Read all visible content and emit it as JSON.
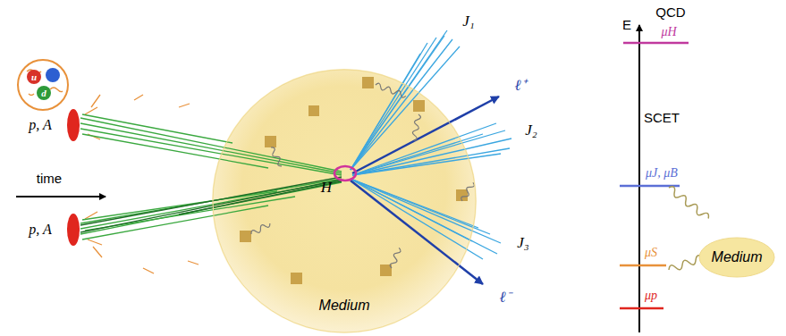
{
  "diagram": {
    "nodes": [
      {
        "text": [
          "Medium"
        ]
      },
      {
        "text": [
          "H"
        ],
        "in": 0
      },
      {
        "text": [
          "Medium"
        ]
      }
    ],
    "labels": [
      "time",
      "u",
      "d",
      "p, A",
      "p, A",
      "J₁",
      "ℓ⁺",
      "J₂",
      "J₃",
      "ℓ⁻",
      "E",
      "QCD",
      "μH",
      "SCET",
      "μJ, μB",
      "μS",
      "μp"
    ]
  }
}
